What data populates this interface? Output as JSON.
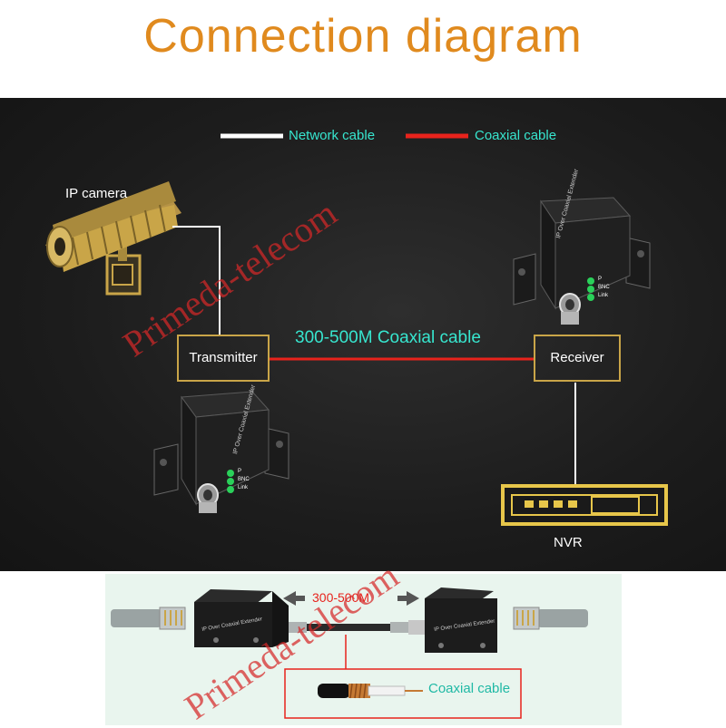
{
  "title": "Connection diagram",
  "legend": {
    "network_cable": "Network cable",
    "coaxial_cable": "Coaxial cable",
    "network_color": "#ffffff",
    "coaxial_color": "#e8231c"
  },
  "camera": {
    "label": "IP camera"
  },
  "transmitter": {
    "label": "Transmitter"
  },
  "receiver": {
    "label": "Receiver"
  },
  "link": {
    "label": "300-500M Coaxial cable"
  },
  "nvr": {
    "label": "NVR"
  },
  "device": {
    "face_text": "IP Over Coaxial Extender",
    "led_labels": [
      "P",
      "BNC",
      "Link"
    ]
  },
  "bottom": {
    "distance_label": "300-500M",
    "cable_label": "Coaxial cable"
  },
  "watermark": "Primeda-telecom",
  "colors": {
    "title": "#e08a1e",
    "accent_cyan": "#37e6cf",
    "box_border": "#c9a548",
    "coax_red": "#e8231c",
    "watermark_red": "#d62828"
  }
}
